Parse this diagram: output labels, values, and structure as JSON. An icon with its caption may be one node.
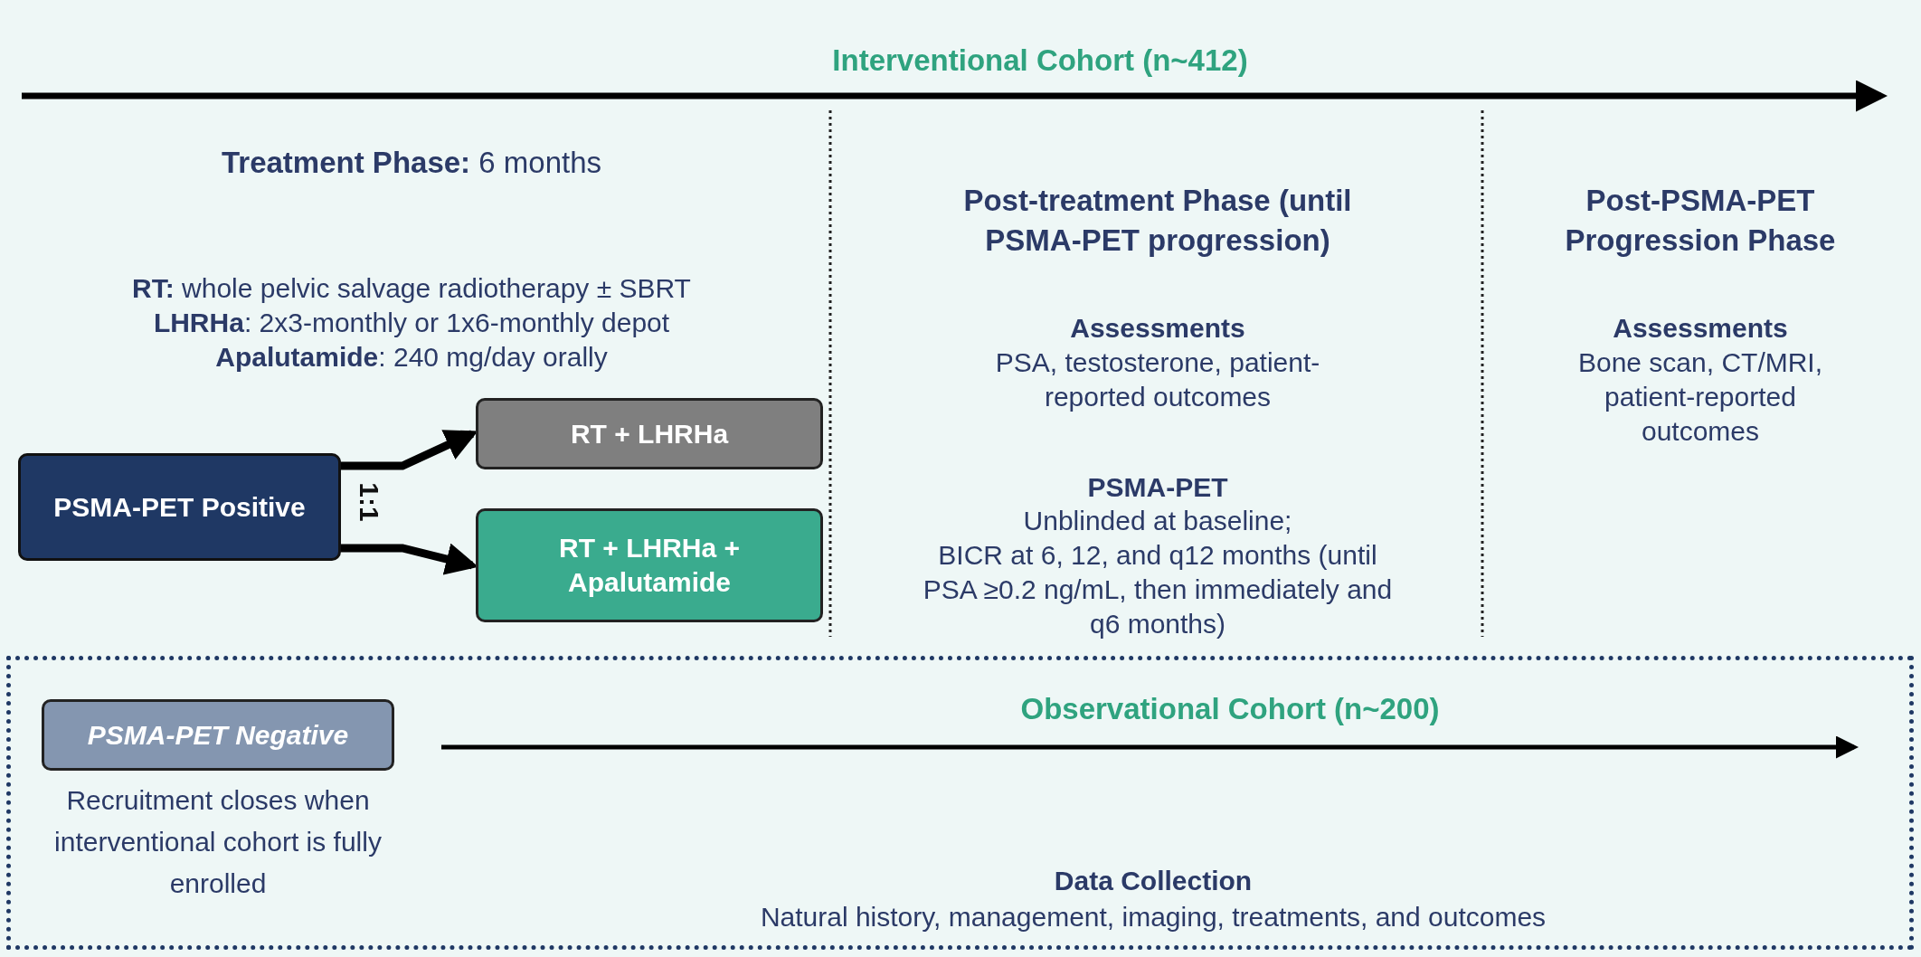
{
  "diagram": {
    "nodes": [
      {
        "text": [
          "PSMA-PET Positive"
        ]
      },
      {
        "text": [
          "RT + LHRHa"
        ]
      },
      {
        "text": [
          "RT + LHRHa + Apalutamide"
        ]
      },
      {
        "text": [
          "Observational Cohort (n~200)"
        ]
      },
      {
        "text": [
          "PSMA-PET Negative"
        ],
        "in": 3,
        "beside": [
          "Recruitment closes when interventional cohort is fully enrolled"
        ]
      }
    ],
    "edges": [
      {
        "from": 0,
        "to": 1,
        "arrow": "to"
      },
      {
        "from": 0,
        "to": 2,
        "arrow": "to"
      }
    ],
    "labels": [
      "Interventional Cohort (n~412)",
      "**Treatment Phase:** 6 months",
      "**RT:** whole pelvic salvage radiotherapy ± SBRT",
      "**LHRHa**: 2x3-monthly or 1x6-monthly depot",
      "**Apalutamide**: 240 mg/day orally",
      "1:1",
      "Post-treatment Phase (until PSMA-PET progression)",
      "Assessments",
      "PSA, testosterone, patient-reported outcomes",
      "PSMA-PET",
      "Unblinded at baseline;",
      "BICR at 6, 12, and q12 months (until PSA ≥0.2 ng/mL, then immediately and q6 months)",
      "Post-PSMA-PET Progression Phase",
      "Assessments",
      "Bone scan, CT/MRI, patient-reported outcomes",
      "Data Collection",
      "Natural history, management, imaging, treatments, and outcomes"
    ]
  }
}
